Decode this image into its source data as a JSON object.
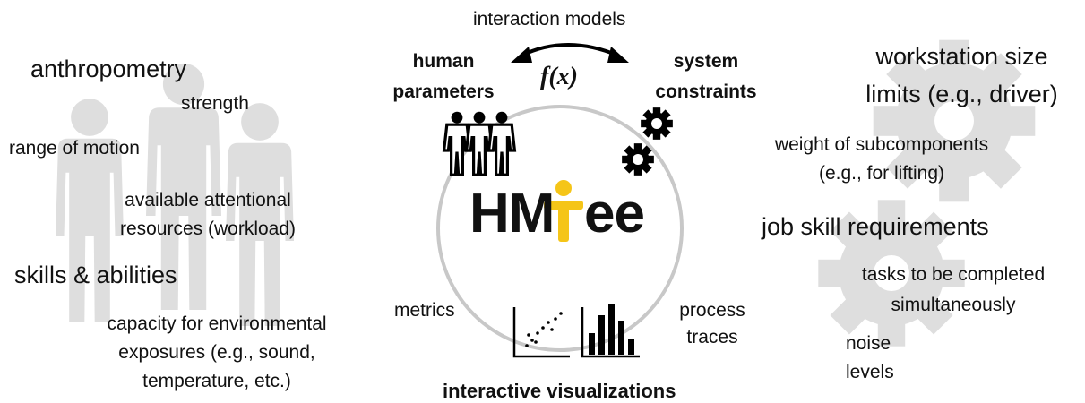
{
  "top": {
    "interaction_models": "interaction models",
    "fx": "f(x)",
    "human_parameters_1": "human",
    "human_parameters_2": "parameters",
    "system_constraints_1": "system",
    "system_constraints_2": "constraints"
  },
  "logo": {
    "prefix": "HM",
    "suffix": "ee"
  },
  "bottom": {
    "metrics": "metrics",
    "process_1": "process",
    "process_2": "traces",
    "interactive_visualizations": "interactive visualizations"
  },
  "left": {
    "anthropometry": "anthropometry",
    "strength": "strength",
    "range_of_motion": "range of motion",
    "attentional_1": "available attentional",
    "attentional_2": "resources (workload)",
    "skills": "skills & abilities",
    "capacity_1": "capacity for environmental",
    "capacity_2": "exposures (e.g., sound,",
    "capacity_3": "temperature, etc.)"
  },
  "right": {
    "workstation_1": "workstation size",
    "workstation_2": "limits (e.g., driver)",
    "weight_1": "weight of subcomponents",
    "weight_2": "(e.g., for lifting)",
    "job_skill": "job skill requirements",
    "tasks_1": "tasks to be completed",
    "tasks_2": "simultaneously",
    "noise_1": "noise",
    "noise_2": "levels"
  },
  "colors": {
    "accent_yellow": "#f5c518",
    "watermark_gray": "#dedede",
    "circle_gray": "#c8c8c8",
    "text": "#111111"
  }
}
